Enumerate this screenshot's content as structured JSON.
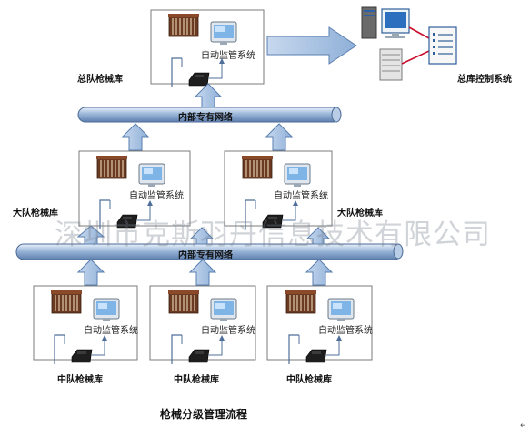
{
  "diagram": {
    "caption": "枪械分级管理流程",
    "watermark": "深圳市克斯羽丹信息技术有限公司",
    "network_label": "内部专有网络",
    "system_label": "自动监管系统",
    "hq_armory_label": "总队枪械库",
    "brigade_armory_label": "大队枪械库",
    "squad_armory_label": "中队枪械库",
    "control_system_label": "总库控制系统",
    "end_mark": "↵"
  }
}
